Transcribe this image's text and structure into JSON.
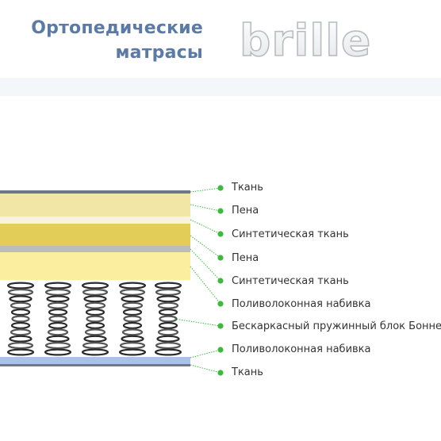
{
  "header": {
    "title_line1": "Ортопедические",
    "title_line2": "матрасы",
    "brand": "brille"
  },
  "colors": {
    "title": "#5b7ba6",
    "bullet": "#3dba3d",
    "fabric": "#6f778b",
    "foam_light": "#f1e6a5",
    "synthetic": "#e1cd58",
    "foam_bright": "#fbee9f",
    "bottom_fiber": "#a9c2ea"
  },
  "layers": [
    {
      "label": "Ткань"
    },
    {
      "label": "Пена"
    },
    {
      "label": "Синтетическая ткань"
    },
    {
      "label": "Пена"
    },
    {
      "label": "Синтетическая ткань"
    },
    {
      "label": "Поливолоконная набивка"
    },
    {
      "label": "Бескаркасный пружинный блок Боннель"
    },
    {
      "label": "Поливолоконная набивка"
    },
    {
      "label": "Ткань"
    }
  ]
}
